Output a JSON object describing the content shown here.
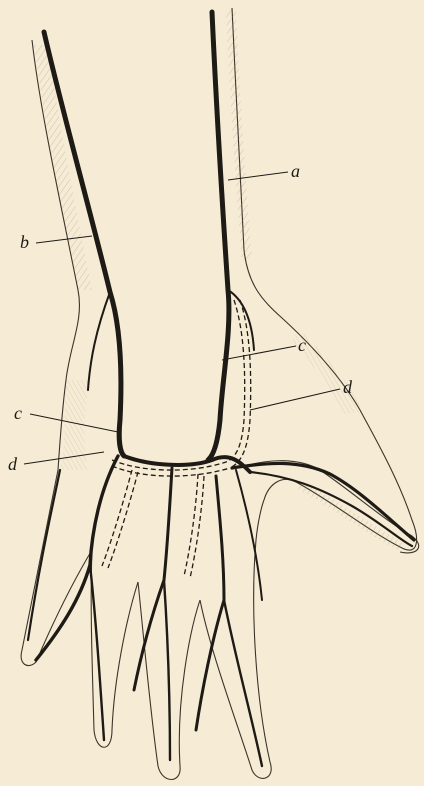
{
  "labels": {
    "a": "a",
    "b": "b",
    "c_upper": "c",
    "d_upper": "d",
    "c_lower": "c",
    "d_lower": "d"
  },
  "colors": {
    "paper": "#f6ecd5",
    "ink": "#1e1a15",
    "hatch": "#8a8070"
  }
}
